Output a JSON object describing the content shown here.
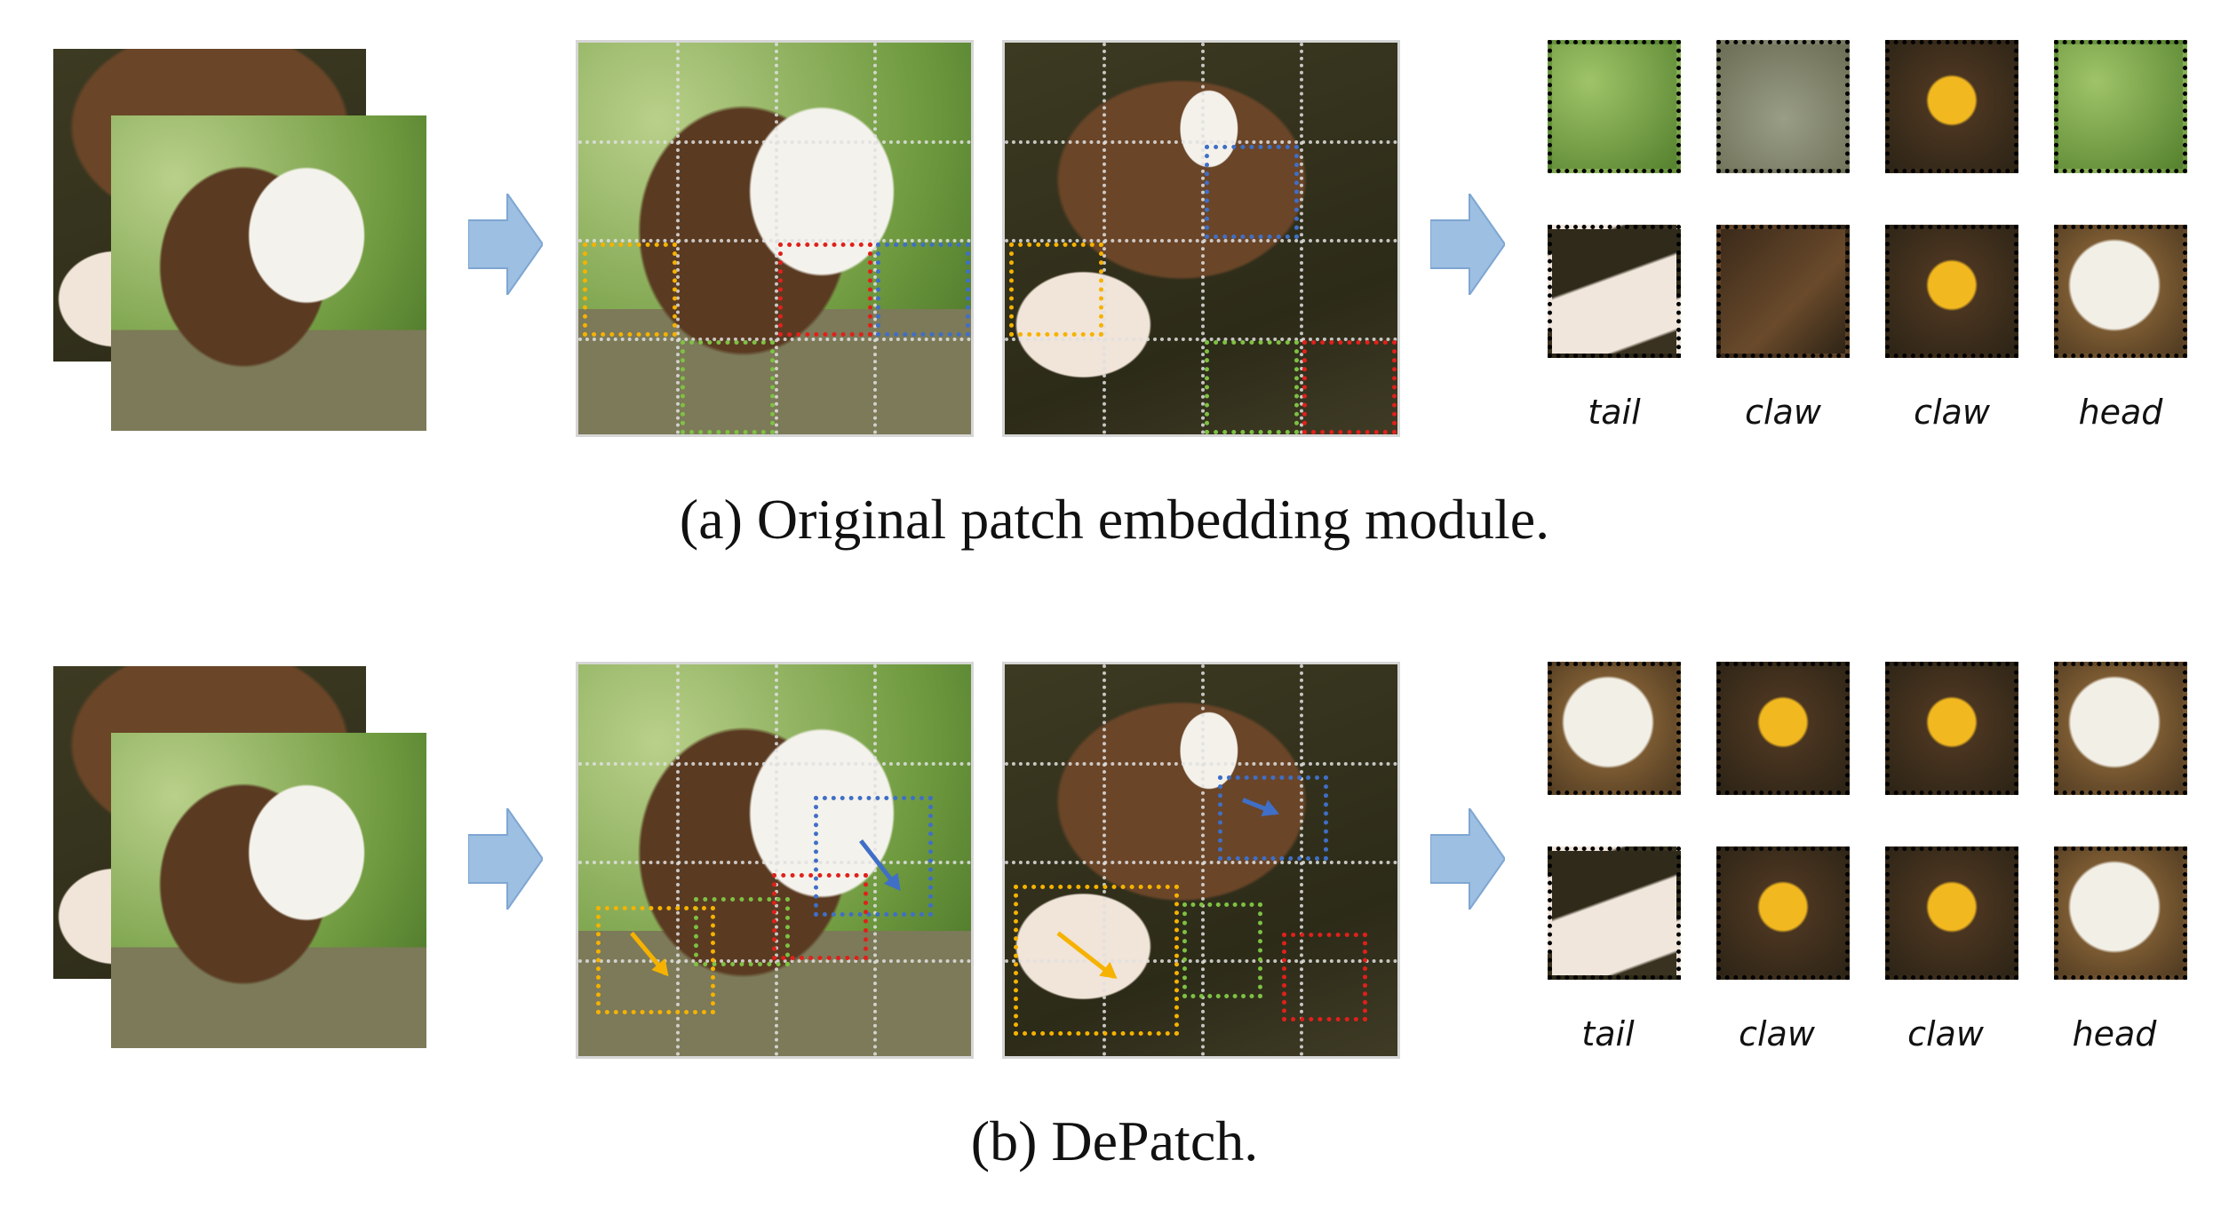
{
  "panel_a": {
    "labels": [
      "tail",
      "claw",
      "claw",
      "head"
    ],
    "caption": "(a)  Original patch embedding module."
  },
  "panel_b": {
    "labels": [
      "tail",
      "claw",
      "claw",
      "head"
    ],
    "caption": "(b)  DePatch."
  },
  "colors": {
    "tail": "#f6b200",
    "claw_green": "#7ec143",
    "claw_red": "#e0201b",
    "head": "#3f6fc6",
    "arrow": "#9dbfe2"
  }
}
